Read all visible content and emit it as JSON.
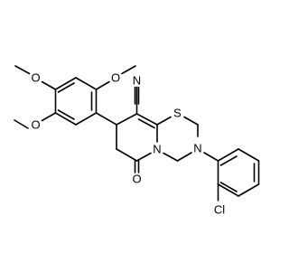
{
  "molecule": {
    "atom_labels": {
      "nitrile_nitrogen": "N",
      "sulfur": "S",
      "ring_nitrogen_bridgehead": "N",
      "ring_nitrogen_thiadiazine": "N",
      "carbonyl_oxygen": "O",
      "chlorine": "Cl",
      "methoxy_oxygen_top": "O",
      "methoxy_oxygen_para": "O",
      "methoxy_oxygen_meta": "O"
    },
    "colors": {
      "bond": "#000000",
      "text": "#000000",
      "background": "#ffffff"
    }
  }
}
